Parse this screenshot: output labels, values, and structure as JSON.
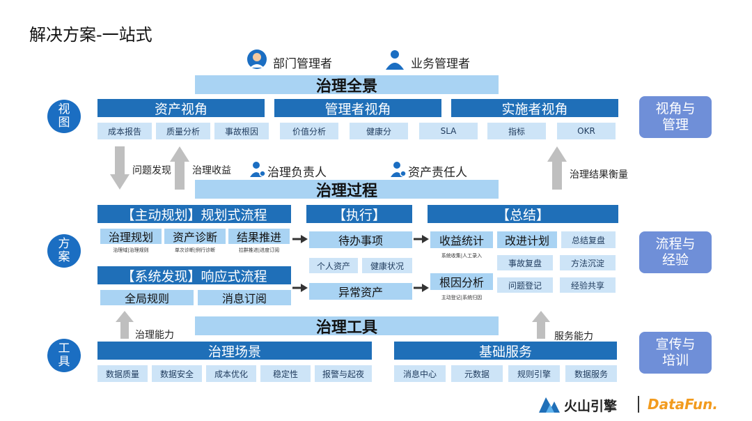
{
  "title": "解决方案-一站式",
  "roles_top": [
    "部门管理者",
    "业务管理者"
  ],
  "roles_mid": [
    "治理负责人",
    "资产责任人"
  ],
  "views": {
    "circle": "视\n图",
    "banner": "治理全景",
    "heads": [
      "资产视角",
      "管理者视角",
      "实施者视角"
    ],
    "chips": [
      "成本报告",
      "质量分析",
      "事故根因",
      "价值分析",
      "健康分",
      "SLA",
      "指标",
      "OKR"
    ],
    "side": "视角与\n管理"
  },
  "arrows": {
    "down_label": "问题发现",
    "up_label": "治理收益",
    "right_label": "治理结果衡量",
    "tools_left": "治理能力",
    "tools_right": "服务能力"
  },
  "process": {
    "circle": "方\n案",
    "banner": "治理过程",
    "plan_head": "【主动规划】规划式流程",
    "plan_cells": [
      {
        "label": "治理规划",
        "sub": "治理域|治理规则"
      },
      {
        "label": "资产诊断",
        "sub": "单次诊断|例行诊断"
      },
      {
        "label": "结果推进",
        "sub": "拉群推进|进度订阅"
      }
    ],
    "resp_head": "【系统发现】响应式流程",
    "resp_cells": [
      "全局规则",
      "消息订阅"
    ],
    "exec_head": "【执行】",
    "exec_todo": "待办事项",
    "exec_chips": [
      "个人资产",
      "健康状况"
    ],
    "exec_abnormal": "异常资产",
    "sum_head": "【总结】",
    "sum_stat": {
      "label": "收益统计",
      "sub": "系统收集|人工录入"
    },
    "sum_root": {
      "label": "根因分析",
      "sub": "主动登记|系统归因"
    },
    "sum_plan": "改进计划",
    "sum_review": "总结复盘",
    "sum_chips": [
      "事故复盘",
      "方法沉淀",
      "问题登记",
      "经验共享"
    ],
    "side": "流程与\n经验"
  },
  "tools": {
    "circle": "工\n具",
    "banner": "治理工具",
    "scene_head": "治理场景",
    "scene_chips": [
      "数据质量",
      "数据安全",
      "成本优化",
      "稳定性",
      "报警与起夜"
    ],
    "base_head": "基础服务",
    "base_chips": [
      "消息中心",
      "元数据",
      "规则引擎",
      "数据服务"
    ],
    "side": "宣传与\n培训"
  },
  "logos": {
    "left": "火山引擎",
    "right": "DataFun."
  },
  "colors": {
    "dark_blue": "#1f6fb8",
    "light_blue": "#a9d3f3",
    "chip_blue": "#cde4f7",
    "side_purple": "#6f8fd8"
  }
}
